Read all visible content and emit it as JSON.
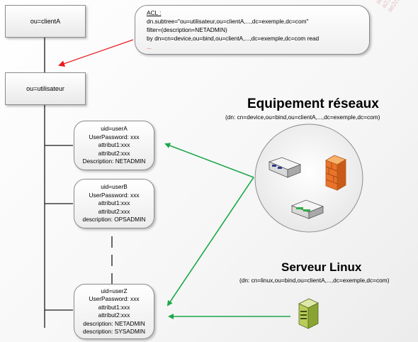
{
  "nodes": {
    "client": "ou=clientA",
    "users": "ou=utilisateur"
  },
  "acl": {
    "header": "ACL :",
    "lines": [
      "dn.subtree=\"ou=utilisateur,ou=clientA,...,dc=exemple,dc=com\"",
      "filter=(description=NETADMIN)",
      "by dn=cn=device,ou=bind,ou=clientA,...,dc=exemple,dc=com read"
    ],
    "ellipsis": "..."
  },
  "entries": [
    [
      "uid=userA",
      "UserPassword: xxx",
      "attribut1:xxx",
      "attribut2:xxx",
      "Description: NETADMIN"
    ],
    [
      "uid=userB",
      "UserPassword: xxx",
      "attribut1:xxx",
      "attribut2:xxx",
      "description: OPSADMIN"
    ],
    [
      "uid=userZ",
      "UserPassword: xxx",
      "attribut1:xxx",
      "attribut2:xxx",
      "description: NETADMIN",
      "description: SYSADMIN"
    ]
  ],
  "network": {
    "title": "Equipement réseaux",
    "dn": "(dn: cn=device,ou=bind,ou=clientA,...,dc=exemple,dc=com)"
  },
  "linux": {
    "title": "Serveur Linux",
    "dn": "(dn: cn=linux,ou=bind,ou=clientA,...,dc=exemple,dc=com)"
  },
  "watermark": [
    "2a3e4",
    "ad2-8265-4a23",
    "a23e2cf02c9 Cad",
    "ae2cf02c9 Cadin Yann"
  ],
  "colors": {
    "red_arrow": "#e8191e",
    "green_arrow": "#1aa84a",
    "line": "#1a1a1a"
  }
}
